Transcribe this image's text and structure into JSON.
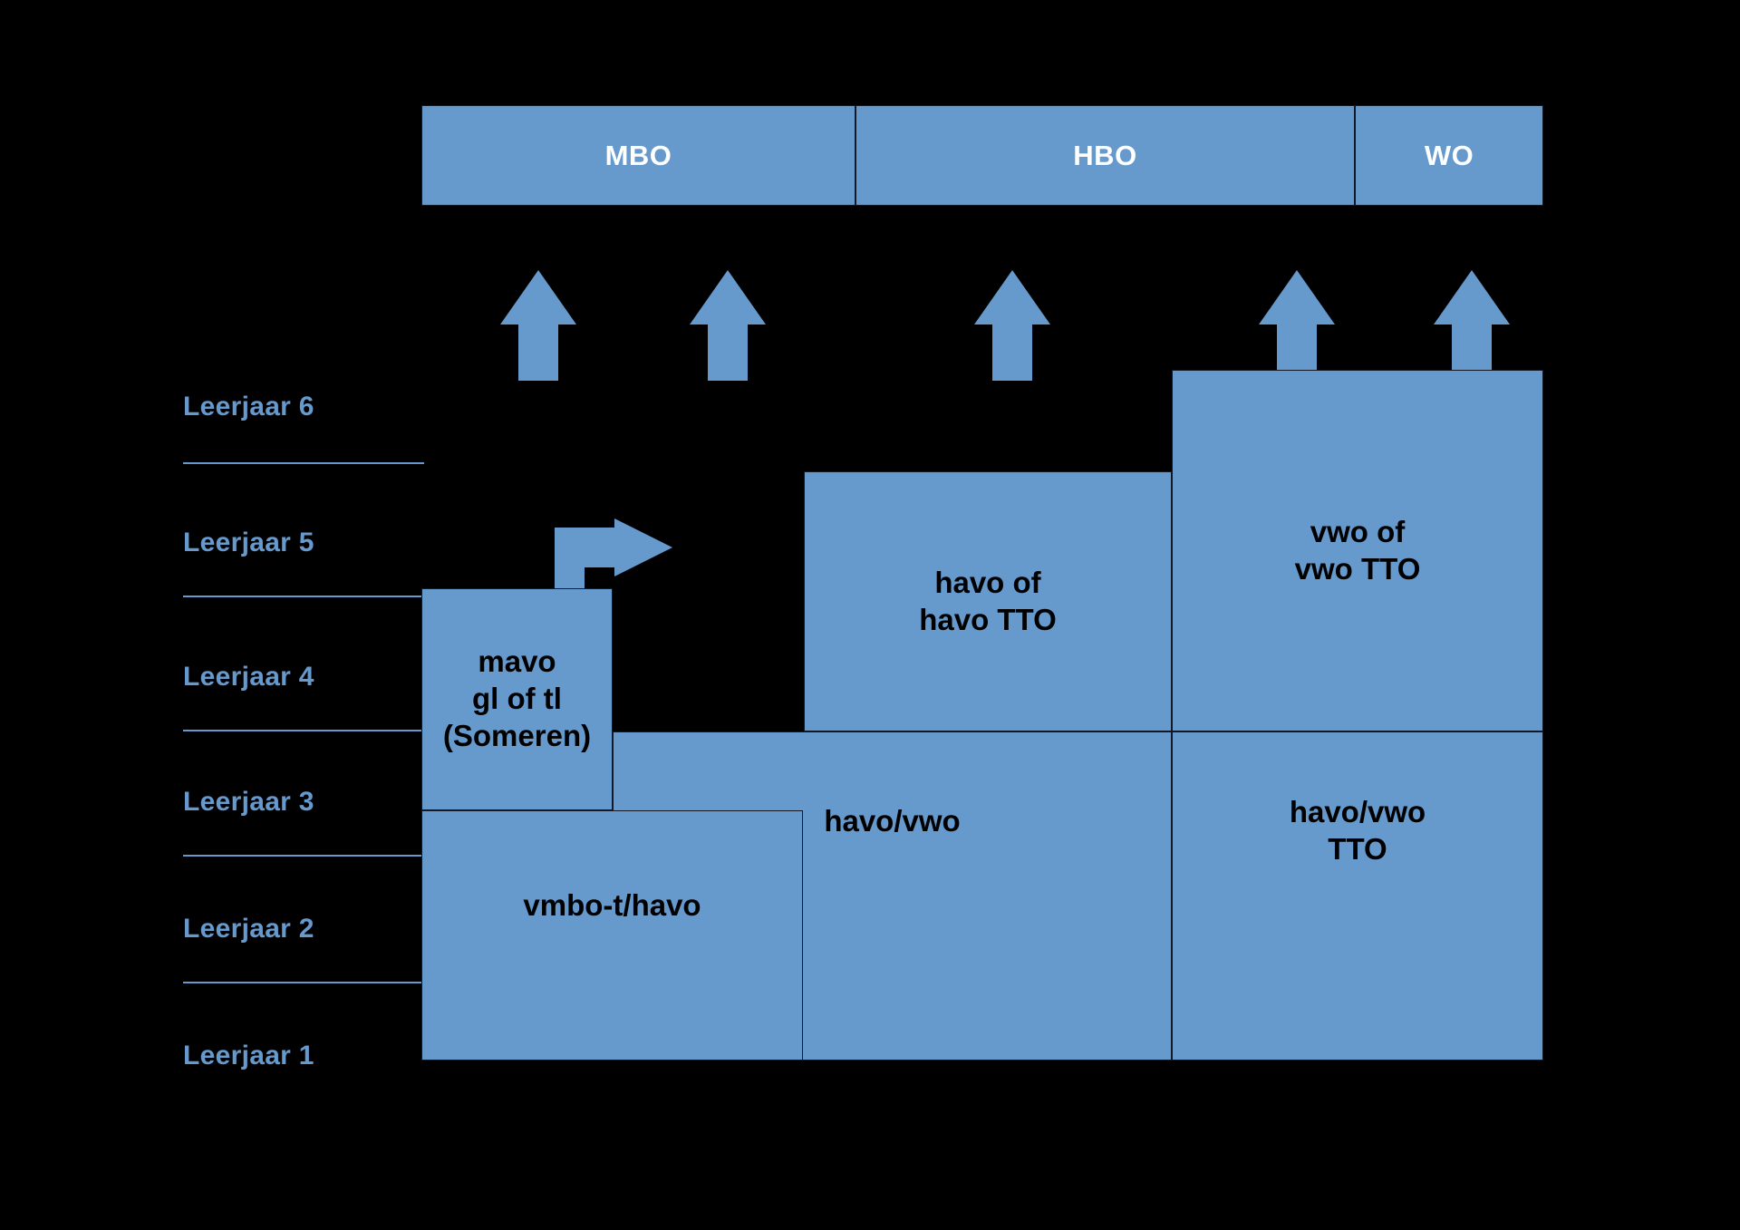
{
  "diagram": {
    "title_bar": {
      "items": [
        {
          "label": "MBO",
          "name": "mbo"
        },
        {
          "label": "HBO",
          "name": "hbo"
        },
        {
          "label": "WO",
          "name": "wo"
        }
      ]
    },
    "year_labels": [
      {
        "label": "Leerjaar 6"
      },
      {
        "label": "Leerjaar 5"
      },
      {
        "label": "Leerjaar 4"
      },
      {
        "label": "Leerjaar 3"
      },
      {
        "label": "Leerjaar 2"
      },
      {
        "label": "Leerjaar 1"
      }
    ],
    "tracks": [
      {
        "label": "mavo\ngl of tl\n(Someren)",
        "name": "mavo-someren"
      },
      {
        "label": "havo of\nhavo TTO",
        "name": "havo"
      },
      {
        "label": "vwo of\nvwo TTO",
        "name": "vwo"
      },
      {
        "label": "vmbo-t/havo",
        "name": "vmbo-t-havo"
      },
      {
        "label": "havo/vwo",
        "name": "havo-vwo"
      },
      {
        "label": "havo/vwo\nTTO",
        "name": "havo-vwo-tto"
      }
    ],
    "colors": {
      "block_fill": "#6699cc",
      "background": "#000000",
      "bar_text": "#ffffff",
      "block_text": "#000000",
      "year_label": "#6699cc",
      "stroke": "#111827"
    },
    "arrows": {
      "up_count": 5,
      "right_count": 1
    }
  }
}
